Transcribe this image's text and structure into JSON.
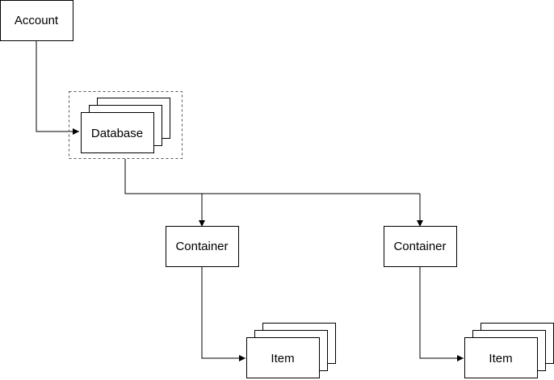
{
  "diagram": {
    "nodes": {
      "account": "Account",
      "database": "Database",
      "container_left": "Container",
      "container_right": "Container",
      "item_left": "Item",
      "item_right": "Item"
    },
    "colors": {
      "stroke": "#000000",
      "fill": "#ffffff",
      "group_frame": "#555555"
    }
  }
}
